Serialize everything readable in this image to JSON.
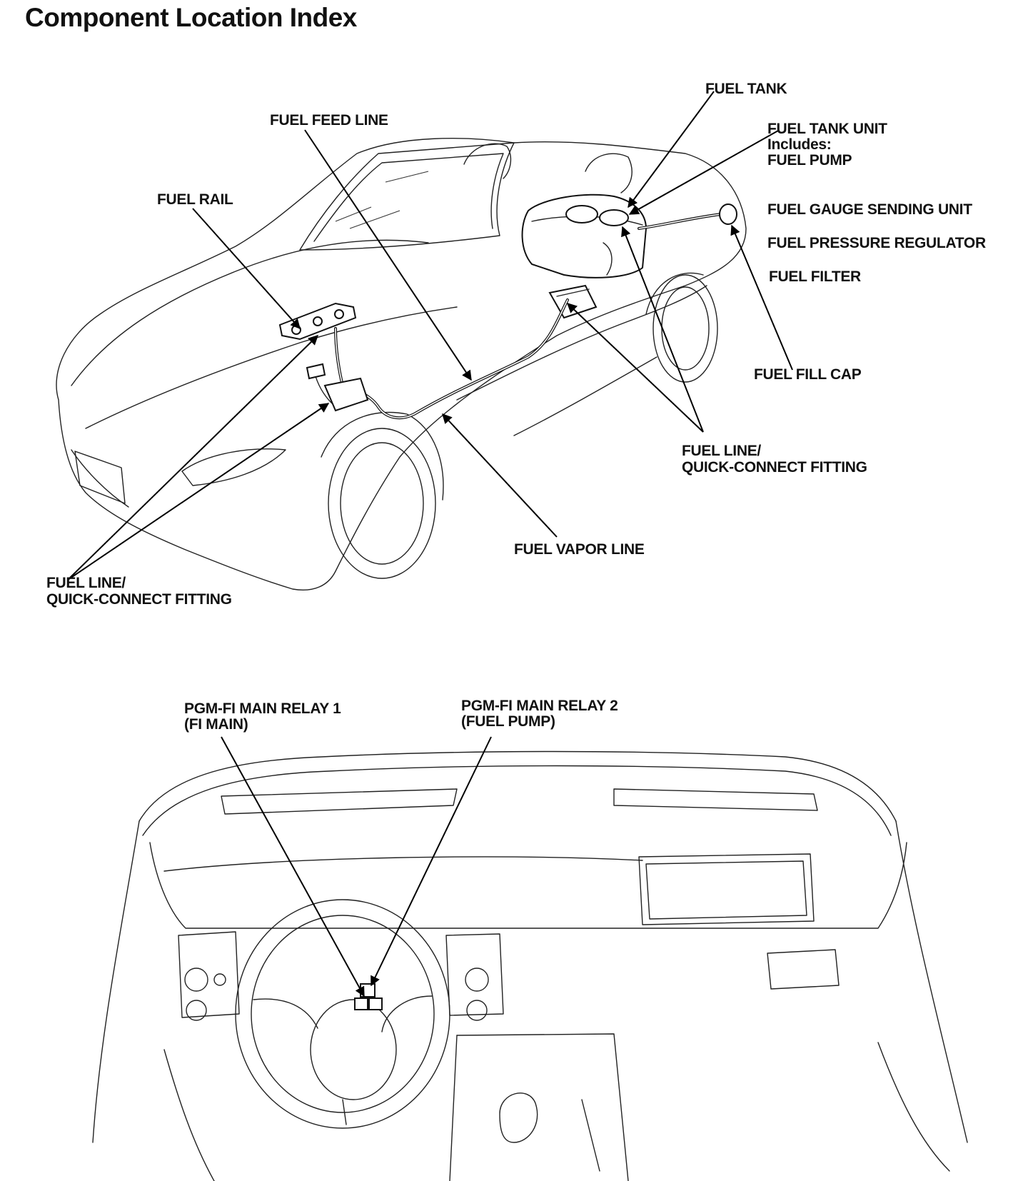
{
  "title": "Component Location Index",
  "labels": {
    "fuel_tank": "FUEL TANK",
    "fuel_feed_line": "FUEL FEED LINE",
    "fuel_tank_unit": "FUEL TANK UNIT\nIncludes:\nFUEL PUMP",
    "fuel_rail": "FUEL RAIL",
    "fuel_gauge_sending_unit": "FUEL GAUGE SENDING UNIT",
    "fuel_pressure_regulator": "FUEL PRESSURE REGULATOR",
    "fuel_filter": "FUEL FILTER",
    "fuel_fill_cap": "FUEL FILL CAP",
    "fuel_line_rear": "FUEL LINE/\nQUICK-CONNECT FITTING",
    "fuel_vapor_line": "FUEL VAPOR LINE",
    "fuel_line_front": "FUEL LINE/\nQUICK-CONNECT FITTING",
    "relay1": "PGM-FI MAIN RELAY 1\n(FI MAIN)",
    "relay2": "PGM-FI MAIN RELAY 2\n(FUEL PUMP)"
  }
}
